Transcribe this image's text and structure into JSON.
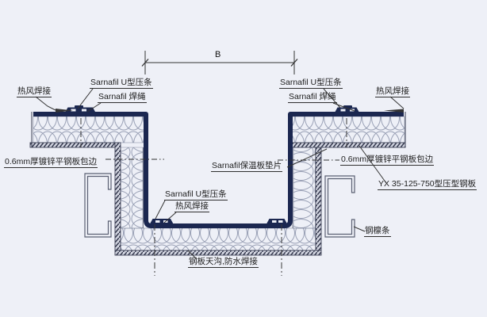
{
  "background": "#eef0f7",
  "colors": {
    "membrane": "#1b2750",
    "line": "#3c4156",
    "leader": "#333333",
    "text": "#1d1d1d",
    "insulation_stroke": "#99a0b5",
    "deck_hatch": "#3b3f54"
  },
  "dimension": {
    "label": "B"
  },
  "labels": {
    "hot_air_weld_left": "热风焊接",
    "u_clamp_left": "Sarnafil U型压条",
    "weld_rope_left": "Sarnafil 焊绳",
    "u_clamp_right": "Sarnafil U型压条",
    "weld_rope_right": "Sarnafil 焊绳",
    "hot_air_weld_right": "热风焊接",
    "edge_wrap_left": "0.6mm厚镀锌平钢板包边",
    "insulation_pad": "Sarnafil保温板垫片",
    "edge_wrap_right": "0.6mm厚镀锌平钢板包边",
    "profiled_sheet": "YX 35-125-750型压型钢板",
    "u_clamp_gutter": "Sarnafil U型压条",
    "hot_air_weld_gutter": "热风焊接",
    "purlin": "钢檩条",
    "gutter_weld": "钢板天沟,防水焊接"
  }
}
